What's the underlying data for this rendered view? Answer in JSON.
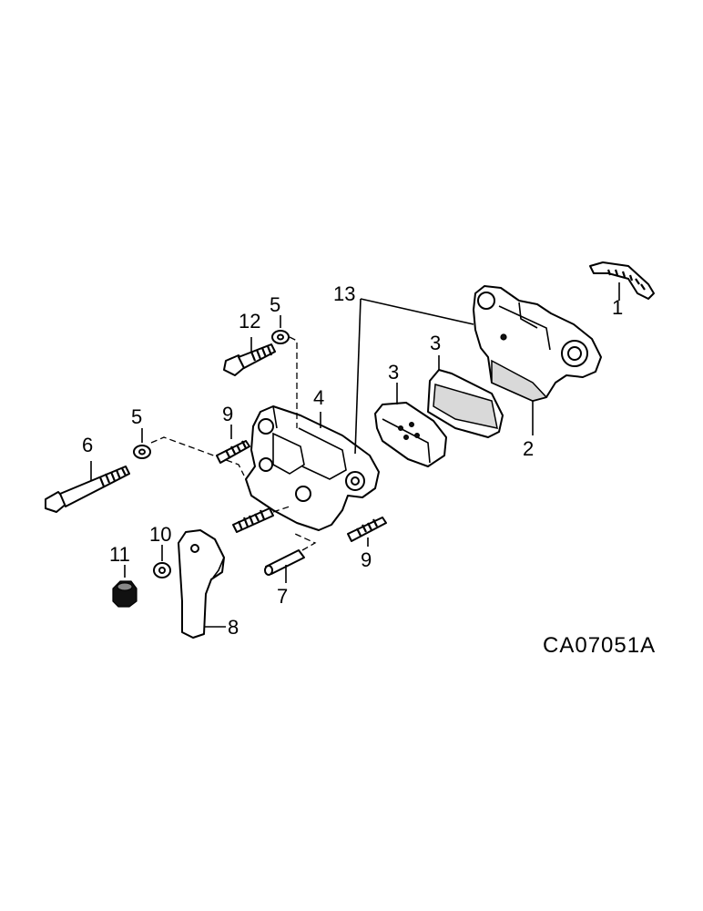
{
  "drawing_code": "CA07051A",
  "callouts": {
    "c1": "1",
    "c2": "2",
    "c3a": "3",
    "c3b": "3",
    "c4": "4",
    "c5a": "5",
    "c5b": "5",
    "c6": "6",
    "c7": "7",
    "c8": "8",
    "c9a": "9",
    "c9b": "9",
    "c10": "10",
    "c11": "11",
    "c12": "12",
    "c13": "13"
  }
}
